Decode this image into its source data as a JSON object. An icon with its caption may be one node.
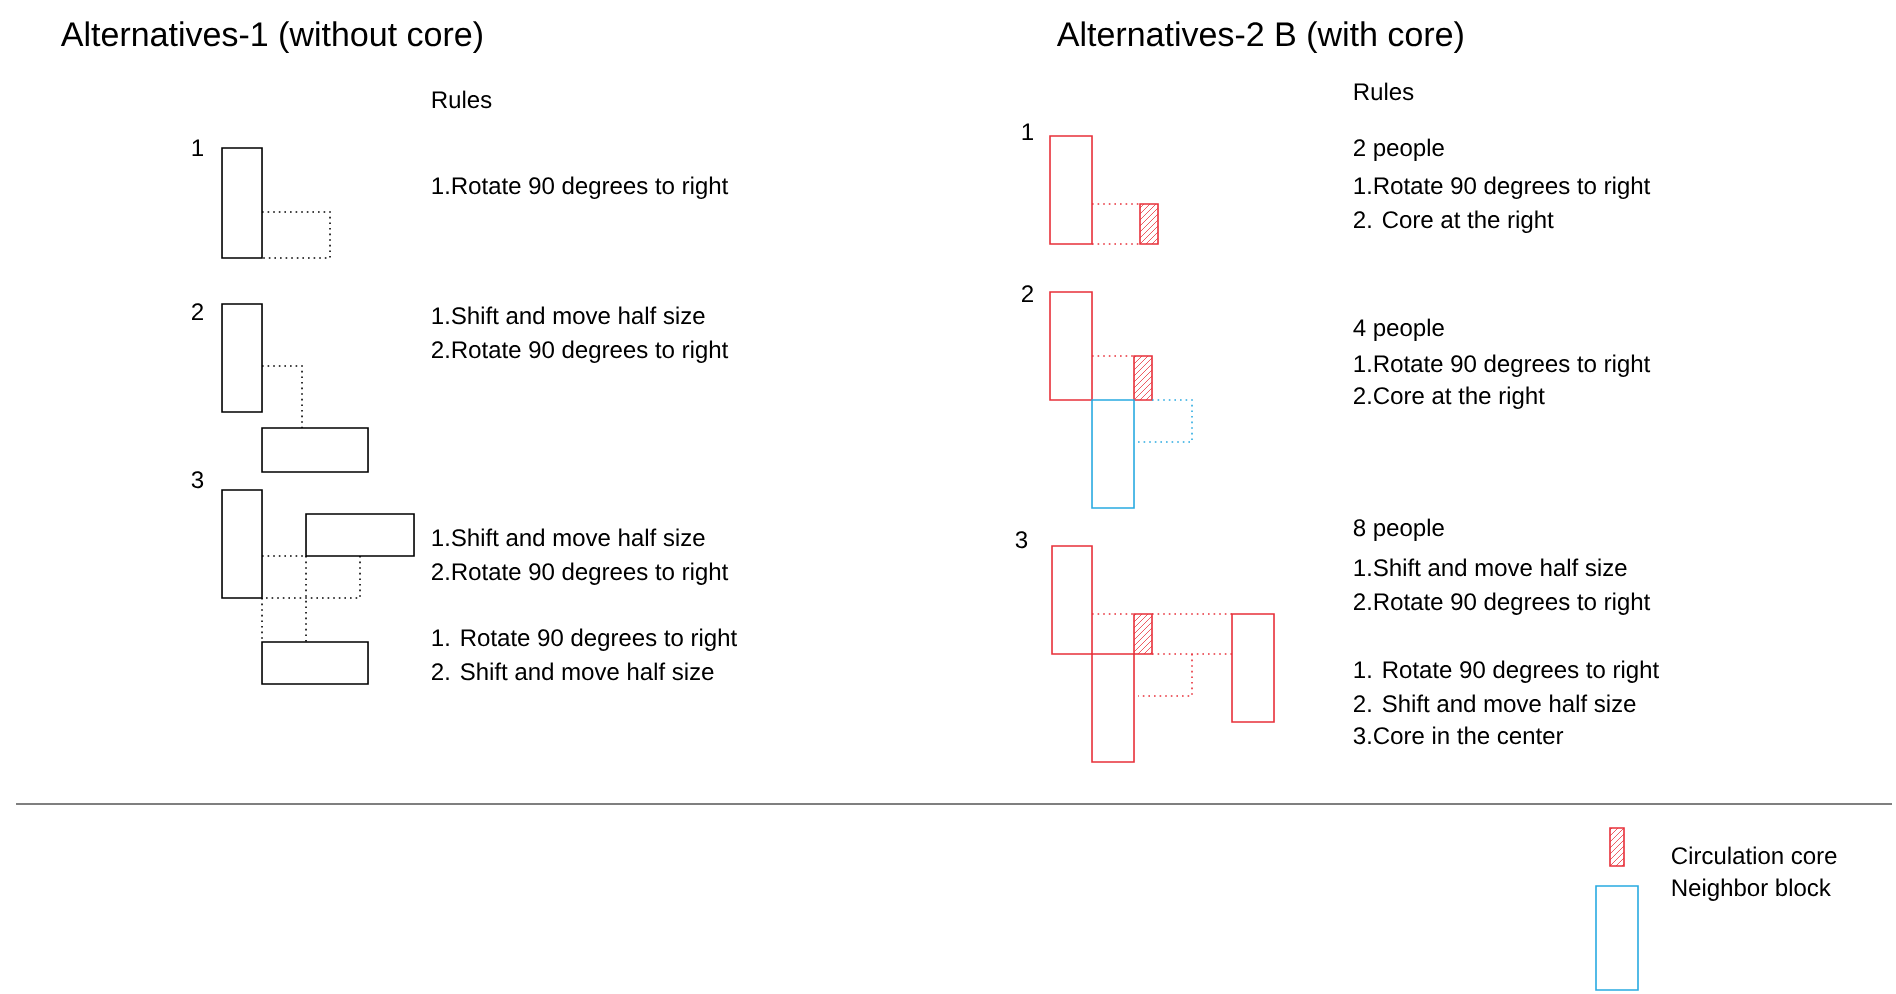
{
  "diagram": {
    "labels": [
      "Alternatives-1 (without core)",
      "Alternatives-2 B (with core)",
      "Rules",
      "Rules",
      "1",
      "2 people",
      "1.Rotate 90 degrees to right",
      "1",
      "1.Rotate 90 degrees to right",
      "2. Core at the right",
      "2",
      "2",
      "4 people",
      "1.Shift and move half size",
      "1.Rotate 90 degrees to right",
      "2.Rotate 90 degrees to right",
      "2.Core at the right",
      "3",
      "8 people",
      "3",
      "1.Shift and move half size",
      "1.Shift and move half size",
      "2.Rotate 90 degrees to right",
      "2.Rotate 90 degrees to right",
      "1. Rotate 90 degrees to right",
      "1. Rotate 90 degrees to right",
      "2. Shift and move half size",
      "2. Shift and move half size",
      "3.Core in the center"
    ],
    "legend": [
      {
        "text": "Circulation core"
      },
      {
        "text": "Neighbor block"
      }
    ]
  }
}
